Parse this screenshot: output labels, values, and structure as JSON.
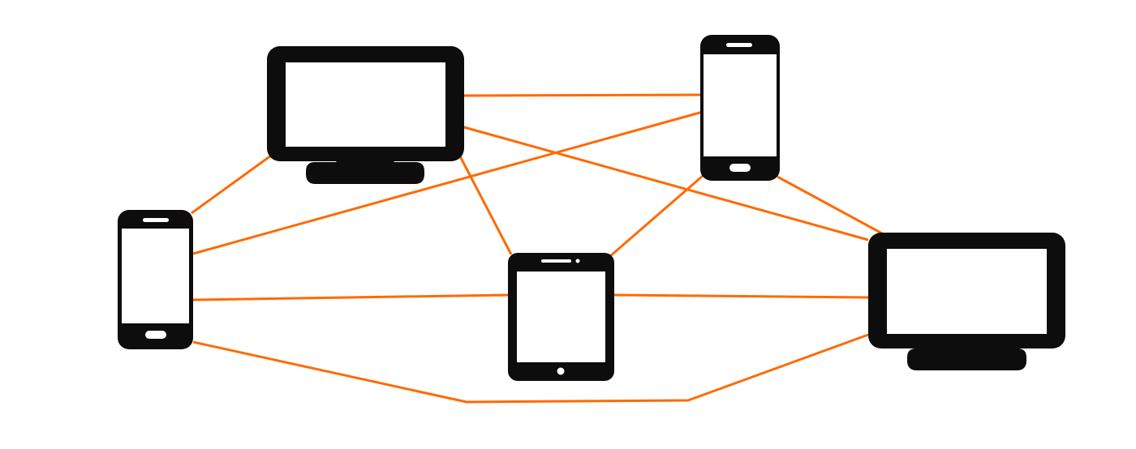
{
  "diagram": {
    "colors": {
      "link": "#ff6a00",
      "device": "#0d0d0d",
      "screen": "#ffffff",
      "background": "#ffffff"
    },
    "nodes": [
      {
        "id": "monitor-left",
        "kind": "monitor"
      },
      {
        "id": "phone-top",
        "kind": "phone"
      },
      {
        "id": "phone-left",
        "kind": "phone"
      },
      {
        "id": "tablet-center",
        "kind": "tablet"
      },
      {
        "id": "monitor-right",
        "kind": "monitor"
      }
    ],
    "links": [
      {
        "from": "monitor-left",
        "to": "phone-top"
      },
      {
        "from": "monitor-left",
        "to": "monitor-right"
      },
      {
        "from": "monitor-left",
        "to": "phone-left"
      },
      {
        "from": "monitor-left",
        "to": "tablet-center"
      },
      {
        "from": "phone-top",
        "to": "phone-left"
      },
      {
        "from": "phone-top",
        "to": "tablet-center"
      },
      {
        "from": "phone-top",
        "to": "monitor-right"
      },
      {
        "from": "phone-left",
        "to": "tablet-center"
      },
      {
        "from": "tablet-center",
        "to": "monitor-right"
      },
      {
        "from": "phone-left",
        "to": "monitor-right",
        "routed": "below"
      }
    ]
  }
}
